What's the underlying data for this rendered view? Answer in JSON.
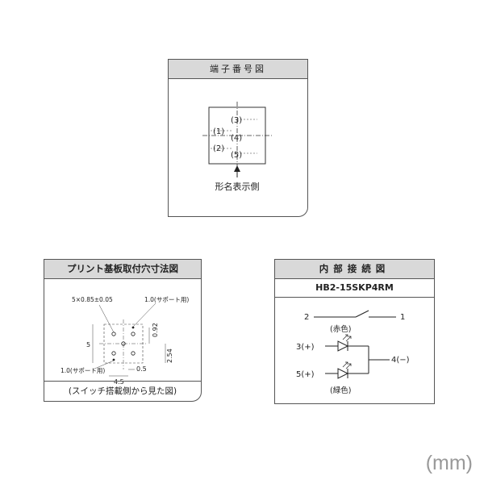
{
  "terminal_diagram": {
    "title": "端子番号図",
    "terminals": [
      "(1)",
      "(2)",
      "(3)",
      "(4)",
      "(5)"
    ],
    "side_label": "形名表示側"
  },
  "pcb_diagram": {
    "title": "プリント基板取付穴寸法図",
    "labels": {
      "holes": "5×0.85±0.05",
      "support_top": "1.0(サポート用)",
      "support_bottom": "1.0(サポート用)",
      "dim_5": "5",
      "dim_0_92": "0.92",
      "dim_2_54": "2.54",
      "dim_0_5": "0.5",
      "dim_4_5": "4.5"
    },
    "footer": "(スイッチ搭載側から見た図)"
  },
  "circuit_diagram": {
    "title": "内部接続図",
    "model": "HB2-15SKP4RM",
    "switch_left_terminal": "2",
    "switch_right_terminal": "1",
    "red_label": "(赤色)",
    "led1_terminal": "3(+)",
    "led2_terminal": "5(+)",
    "common_terminal": "4(−)",
    "green_label": "(緑色)"
  },
  "unit_label": "(mm)"
}
